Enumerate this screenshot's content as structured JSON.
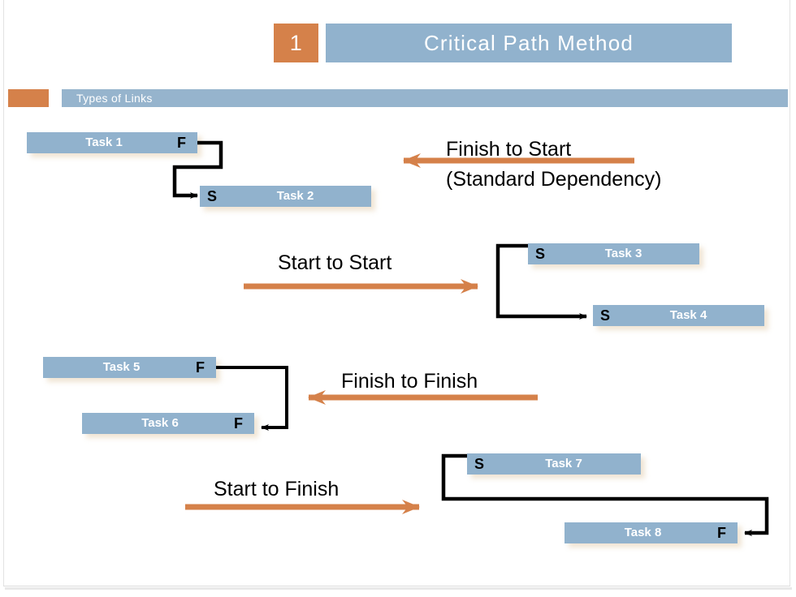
{
  "slide": {
    "number": "1",
    "title": "Critical Path Method",
    "section_label": "Types of Links",
    "colors": {
      "accent_orange": "#d5814a",
      "bar_blue": "#91b2cd",
      "header_blue": "#91b2cd",
      "text_white": "#ffffff",
      "connector_black": "#000000"
    }
  },
  "relationships": [
    {
      "name": "finish-to-start",
      "caption_line1": "Finish to Start",
      "caption_line2": "(Standard Dependency)",
      "arrow_direction": "left",
      "predecessor": {
        "label": "Task 1",
        "code": "F"
      },
      "successor": {
        "label": "Task 2",
        "code": "S"
      }
    },
    {
      "name": "start-to-start",
      "caption_line1": "Start to Start",
      "caption_line2": "",
      "arrow_direction": "right",
      "predecessor": {
        "label": "Task 3",
        "code": "S"
      },
      "successor": {
        "label": "Task 4",
        "code": "S"
      }
    },
    {
      "name": "finish-to-finish",
      "caption_line1": "Finish to Finish",
      "caption_line2": "",
      "arrow_direction": "left",
      "predecessor": {
        "label": "Task 5",
        "code": "F"
      },
      "successor": {
        "label": "Task 6",
        "code": "F"
      }
    },
    {
      "name": "start-to-finish",
      "caption_line1": "Start to Finish",
      "caption_line2": "",
      "arrow_direction": "right",
      "predecessor": {
        "label": "Task 7",
        "code": "S"
      },
      "successor": {
        "label": "Task 8",
        "code": "F"
      }
    }
  ]
}
